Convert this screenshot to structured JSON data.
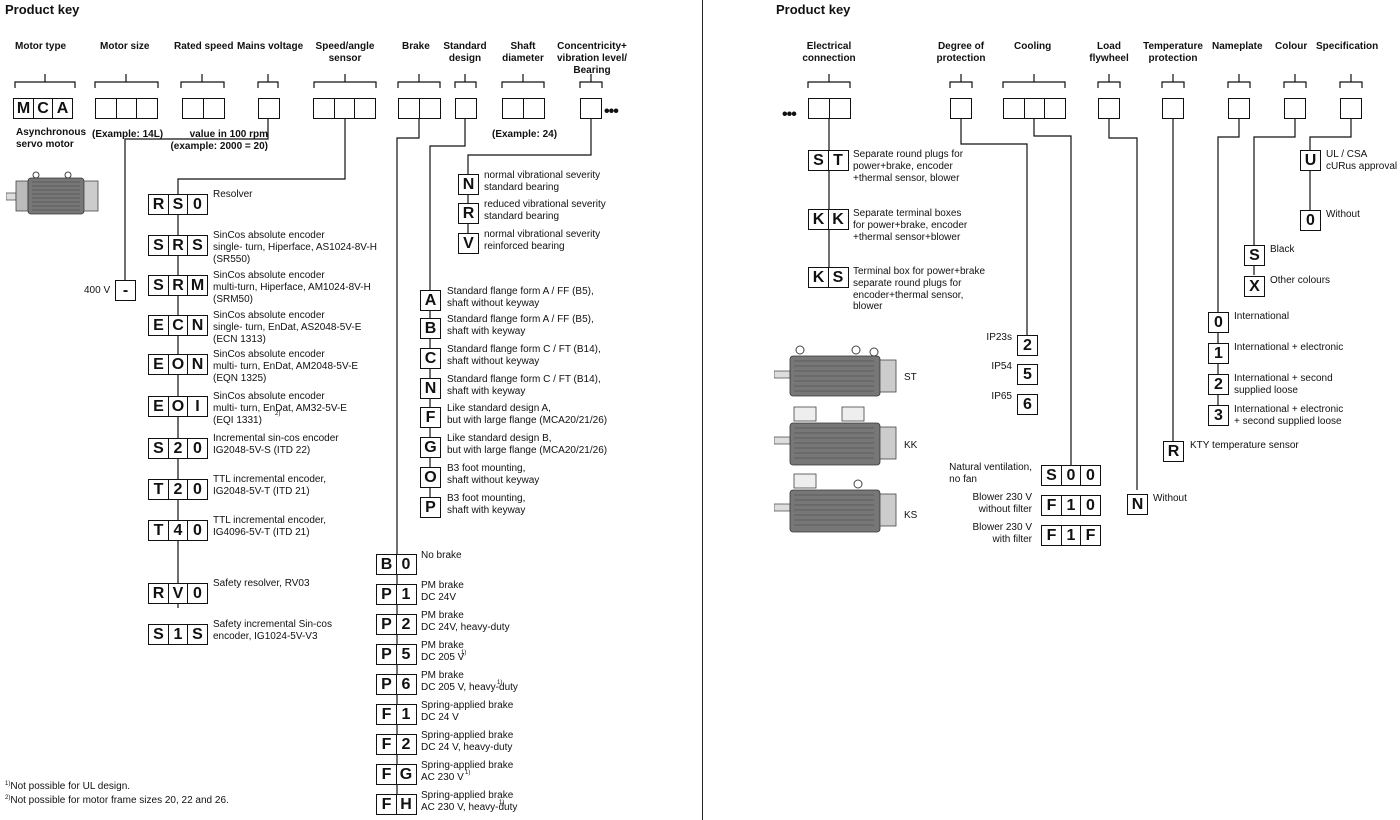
{
  "left": {
    "title": "Product key",
    "headers": {
      "motor_type": "Motor type",
      "motor_size": "Motor size",
      "rated_speed": "Rated speed",
      "mains_voltage": "Mains voltage",
      "speed_sensor": "Speed/angle\nsensor",
      "brake": "Brake",
      "standard_design": "Standard\ndesign",
      "shaft_diameter": "Shaft\ndiameter",
      "concentricity": "Concentricity+\nvibration level/\nBearing"
    },
    "mca": [
      "M",
      "C",
      "A"
    ],
    "ellipsis": "•••",
    "asynchronous": "Asynchronous\nservo motor",
    "example_size": "(Example: 14L)",
    "speed_note": "value in 100 rpm\n(example: 2000 = 20)",
    "example_shaft": "(Example: 24)",
    "voltage": {
      "label": "400 V",
      "code": "-"
    },
    "sensors": [
      {
        "code": [
          "R",
          "S",
          "0"
        ],
        "desc": "Resolver"
      },
      {
        "code": [
          "S",
          "R",
          "S"
        ],
        "desc": "SinCos absolute encoder\nsingle- turn, Hiperface, AS1024-8V-H\n(SR550)"
      },
      {
        "code": [
          "S",
          "R",
          "M"
        ],
        "desc": "SinCos absolute encoder\nmulti-turn, Hiperface, AM1024-8V-H\n(SRM50)"
      },
      {
        "code": [
          "E",
          "C",
          "N"
        ],
        "desc": "SinCos absolute encoder\nsingle- turn, EnDat, AS2048-5V-E\n(ECN 1313)"
      },
      {
        "code": [
          "E",
          "O",
          "N"
        ],
        "desc": "SinCos absolute encoder\nmulti- turn, EnDat, AM2048-5V-E\n(EQN 1325)"
      },
      {
        "code": [
          "E",
          "O",
          "I"
        ],
        "desc": "SinCos absolute encoder\nmulti- turn, EnDat, AM32-5V-E\n(EQI 1331)"
      },
      {
        "code": [
          "S",
          "2",
          "0"
        ],
        "desc": "Incremental sin-cos encoder\nIG2048-5V-S (ITD 22)"
      },
      {
        "code": [
          "T",
          "2",
          "0"
        ],
        "desc": "TTL incremental encoder,\nIG2048-5V-T (ITD 21)"
      },
      {
        "code": [
          "T",
          "4",
          "0"
        ],
        "desc": "TTL incremental encoder,\nIG4096-5V-T (ITD 21)"
      },
      {
        "code": [
          "R",
          "V",
          "0"
        ],
        "desc": "Safety resolver, RV03"
      },
      {
        "code": [
          "S",
          "1",
          "S"
        ],
        "desc": "Safety incremental Sin-cos\nencoder, IG1024-5V-V3"
      }
    ],
    "eqi_footnote_mark": "2)",
    "vibration": [
      {
        "code": [
          "N"
        ],
        "desc": "normal vibrational severity\nstandard bearing"
      },
      {
        "code": [
          "R"
        ],
        "desc": "reduced vibrational severity\nstandard bearing"
      },
      {
        "code": [
          "V"
        ],
        "desc": "normal vibrational severity\nreinforced bearing"
      }
    ],
    "designs": [
      {
        "code": [
          "A"
        ],
        "desc": "Standard flange form A / FF (B5),\nshaft without keyway"
      },
      {
        "code": [
          "B"
        ],
        "desc": "Standard flange form A / FF (B5),\nshaft with keyway"
      },
      {
        "code": [
          "C"
        ],
        "desc": "Standard flange form C / FT (B14),\nshaft without keyway"
      },
      {
        "code": [
          "N"
        ],
        "desc": "Standard flange form C / FT (B14),\nshaft with keyway"
      },
      {
        "code": [
          "F"
        ],
        "desc": "Like standard design A,\n but with large flange (MCA20/21/26)"
      },
      {
        "code": [
          "G"
        ],
        "desc": "Like standard design B,\nbut with large flange (MCA20/21/26)"
      },
      {
        "code": [
          "O"
        ],
        "desc": "B3 foot mounting,\nshaft without keyway"
      },
      {
        "code": [
          "P"
        ],
        "desc": "B3 foot mounting,\nshaft with keyway"
      }
    ],
    "brakes": [
      {
        "code": [
          "B",
          "0"
        ],
        "desc": "No brake"
      },
      {
        "code": [
          "P",
          "1"
        ],
        "desc": "PM brake\nDC 24V"
      },
      {
        "code": [
          "P",
          "2"
        ],
        "desc": "PM brake\nDC 24V, heavy-duty"
      },
      {
        "code": [
          "P",
          "5"
        ],
        "desc": "PM brake\nDC 205 V"
      },
      {
        "code": [
          "P",
          "6"
        ],
        "desc": "PM brake\nDC 205 V, heavy-duty"
      },
      {
        "code": [
          "F",
          "1"
        ],
        "desc": "Spring-applied brake\nDC 24 V"
      },
      {
        "code": [
          "F",
          "2"
        ],
        "desc": "Spring-applied brake\nDC 24 V, heavy-duty"
      },
      {
        "code": [
          "F",
          "G"
        ],
        "desc": "Spring-applied brake\nAC 230 V"
      },
      {
        "code": [
          "F",
          "H"
        ],
        "desc": "Spring-applied brake\nAC 230 V, heavy-duty"
      }
    ],
    "brake_footnote_mark": "1)",
    "footnotes": [
      {
        "mark": "1)",
        "text": "Not possible for UL design."
      },
      {
        "mark": "2)",
        "text": "Not possible for motor frame sizes 20, 22 and 26."
      }
    ]
  },
  "right": {
    "title": "Product key",
    "headers": {
      "electrical": "Electrical\nconnection",
      "protection": "Degree of\nprotection",
      "cooling": "Cooling",
      "flywheel": "Load\nflywheel",
      "temperature": "Temperature\nprotection",
      "nameplate": "Nameplate",
      "colour": "Colour",
      "specification": "Specification"
    },
    "ellipsis": "•••",
    "connections": [
      {
        "code": [
          "S",
          "T"
        ],
        "desc": "Separate round plugs for\npower+brake, encoder\n+thermal sensor, blower"
      },
      {
        "code": [
          "K",
          "K"
        ],
        "desc": "Separate terminal boxes\nfor power+brake, encoder\n+thermal sensor+blower"
      },
      {
        "code": [
          "K",
          "S"
        ],
        "desc": "Terminal box for power+brake\nseparate round plugs for\nencoder+thermal sensor,\nblower"
      }
    ],
    "motor_labels": [
      "ST",
      "KK",
      "KS"
    ],
    "protection": [
      {
        "label": "IP23s",
        "code": [
          "2"
        ]
      },
      {
        "label": "IP54",
        "code": [
          "5"
        ]
      },
      {
        "label": "IP65",
        "code": [
          "6"
        ]
      }
    ],
    "cooling": [
      {
        "label": "Natural ventilation,\nno fan",
        "code": [
          "S",
          "0",
          "0"
        ]
      },
      {
        "label": "Blower 230 V\nwithout filter",
        "code": [
          "F",
          "1",
          "0"
        ]
      },
      {
        "label": "Blower 230 V\nwith filter",
        "code": [
          "F",
          "1",
          "F"
        ]
      }
    ],
    "flywheel": {
      "code": [
        "N"
      ],
      "desc": "Without"
    },
    "temperature": {
      "code": [
        "R"
      ],
      "desc": "KTY temperature sensor"
    },
    "nameplate": [
      {
        "code": [
          "0"
        ],
        "desc": "International"
      },
      {
        "code": [
          "1"
        ],
        "desc": "International + electronic"
      },
      {
        "code": [
          "2"
        ],
        "desc": "International + second\nsupplied loose"
      },
      {
        "code": [
          "3"
        ],
        "desc": "International + electronic\n+ second supplied loose"
      }
    ],
    "colour": [
      {
        "code": [
          "S"
        ],
        "desc": "Black"
      },
      {
        "code": [
          "X"
        ],
        "desc": "Other colours"
      }
    ],
    "specification": [
      {
        "code": [
          "U"
        ],
        "desc": "UL / CSA\ncURus approval"
      },
      {
        "code": [
          "0"
        ],
        "desc": "Without"
      }
    ]
  }
}
